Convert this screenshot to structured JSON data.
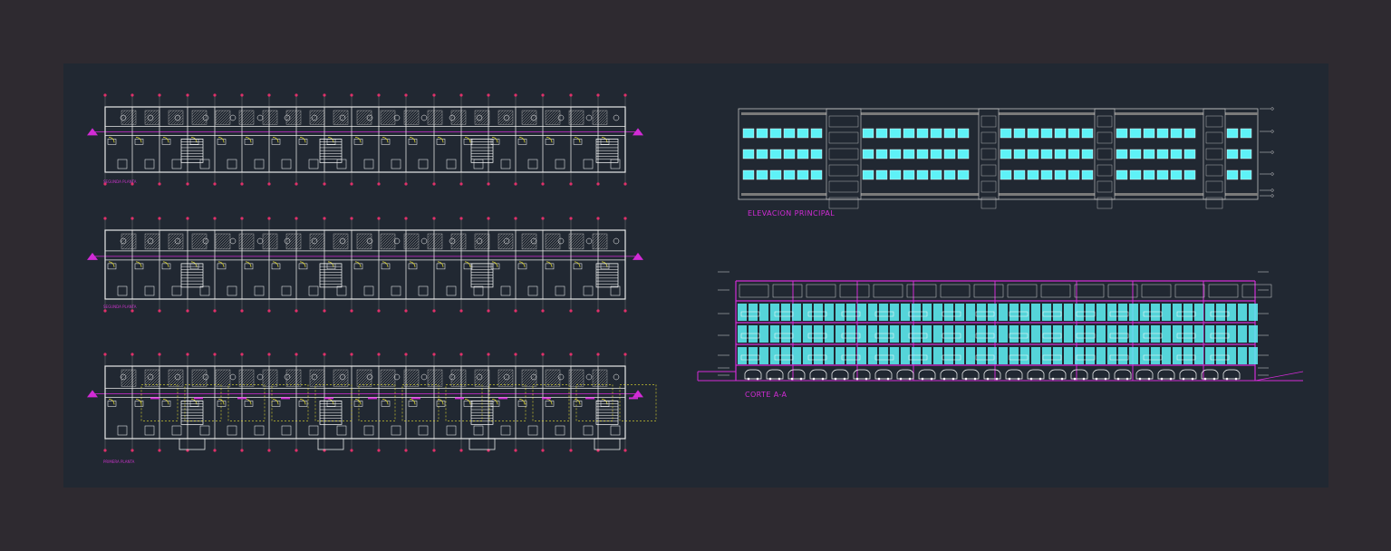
{
  "drawing": {
    "background_color": "#212832",
    "frame_color": "#2e2a30",
    "colors": {
      "outline": "#e8e8e8",
      "axis_bubble": "#e0306a",
      "magenta": "#d22bd6",
      "cyan_glass": "#5ef2f7",
      "door_yellow": "#e8e030",
      "hatch": "#8a8a8a"
    },
    "plans": [
      {
        "id": "plan-top",
        "label": "SEGUNDA PLANTA"
      },
      {
        "id": "plan-middle",
        "label": "SEGUNDA PLANTA"
      },
      {
        "id": "plan-bottom",
        "label": "PRIMERA PLANTA"
      }
    ],
    "elevation": {
      "label": "ELEVACION PRINCIPAL"
    },
    "section": {
      "label": "CORTE A-A"
    }
  }
}
